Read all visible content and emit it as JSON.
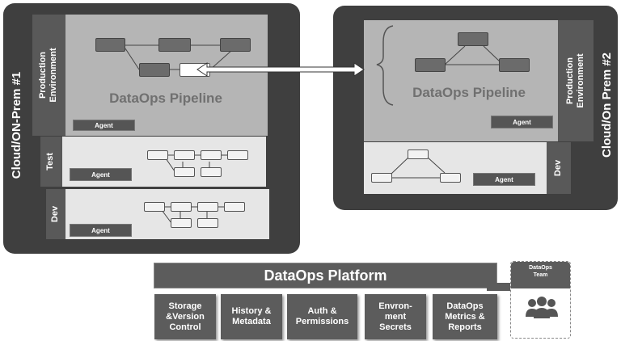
{
  "left_cloud": {
    "label": "Cloud/ON-Prem #1",
    "production": {
      "label_line1": "Production",
      "label_line2": "Environment",
      "pipeline_title": "DataOps Pipeline",
      "agent": "Agent"
    },
    "test": {
      "label": "Test",
      "agent": "Agent"
    },
    "dev": {
      "label": "Dev",
      "agent": "Agent"
    }
  },
  "right_cloud": {
    "label": "Cloud/On Prem #2",
    "production": {
      "label_line1": "Production",
      "label_line2": "Environment",
      "pipeline_title": "DataOps Pipeline",
      "agent": "Agent"
    },
    "dev": {
      "label": "Dev",
      "agent": "Agent"
    }
  },
  "platform": {
    "title": "DataOps Platform",
    "components": [
      {
        "line1": "Storage",
        "line2": "&Version",
        "line3": "Control"
      },
      {
        "line1": "History &",
        "line2": "Metadata",
        "line3": ""
      },
      {
        "line1": "Auth &",
        "line2": "Permissions",
        "line3": ""
      },
      {
        "line1": "Envron-",
        "line2": "ment",
        "line3": "Secrets"
      },
      {
        "line1": "DataOps",
        "line2": "Metrics &",
        "line3": "Reports"
      }
    ],
    "team": {
      "line1": "DataOps",
      "line2": "Team"
    }
  },
  "colors": {
    "cloud_bg": "#3f3f3f",
    "prod_panel": "#b5b5b5",
    "light_panel": "#e6e6e6",
    "dark_box": "#5c5c5c"
  },
  "icons": {
    "team": "people-group-icon",
    "arrow": "double-headed-arrow-icon"
  }
}
